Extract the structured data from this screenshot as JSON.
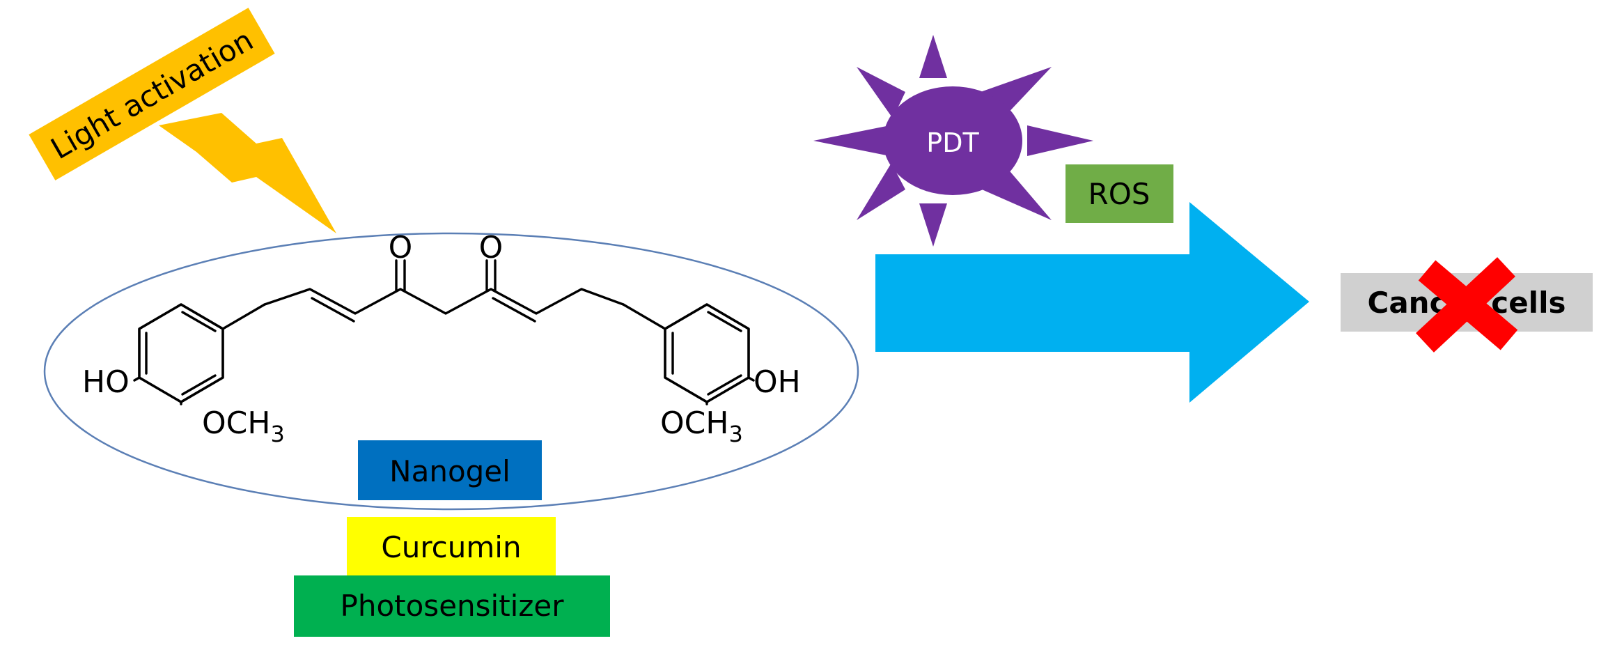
{
  "labels": {
    "light_activation": "Light activation",
    "pdt": "PDT",
    "ros": "ROS",
    "cancer_cells": "Cancer cells",
    "nanogel": "Nanogel",
    "curcumin": "Curcumin",
    "photosensitizer": "Photosensitizer"
  },
  "molecule": {
    "oxygen": "O",
    "hydroxyl_left": "HO",
    "hydroxyl_right": "OH",
    "methoxy": "OCH",
    "methoxy_subscript": "3"
  },
  "colors": {
    "light_activation_box": "#FFC000",
    "lightning_bolt": "#FFC000",
    "pdt_sun": "#7030A0",
    "ros_box": "#70AD47",
    "arrow": "#00B0F0",
    "cancer_box": "#D0D0D0",
    "cross": "#FF0000",
    "nanogel_box": "#0070C0",
    "curcumin_box": "#FFFF00",
    "photosensitizer_box": "#00B050",
    "ellipse_stroke": "#5B7FB5"
  }
}
